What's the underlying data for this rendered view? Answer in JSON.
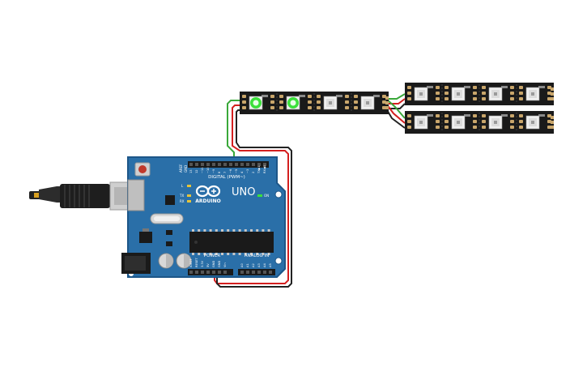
{
  "board": {
    "brand": "ARDUINO",
    "model": "UNO",
    "on_label": "ON",
    "tx_label": "TX",
    "rx_label": "RX",
    "l_label": "L",
    "digital_label": "DIGITAL (PWM~)",
    "power_label": "POWER",
    "analog_label": "ANALOG IN",
    "aref_label": "AREF",
    "gnd_label": "GND",
    "digital_pins": [
      "13",
      "12",
      "~11",
      "~10",
      "~9",
      "8",
      "7",
      "~6",
      "~5",
      "4",
      "~3",
      "2",
      "TX▶1",
      "RX◀0"
    ],
    "power_pins": [
      "IOREF",
      "RESET",
      "3.3V",
      "5V",
      "GND",
      "GND",
      "Vin"
    ],
    "analog_pins": [
      "A0",
      "A1",
      "A2",
      "A3",
      "A4",
      "A5"
    ]
  },
  "strip_main": {
    "led_count": 4,
    "lit": [
      true,
      true,
      false,
      false
    ]
  },
  "strip_top": {
    "led_count": 4,
    "lit": [
      false,
      false,
      false,
      false
    ]
  },
  "strip_bottom": {
    "led_count": 4,
    "lit": [
      false,
      false,
      false,
      false
    ]
  },
  "colors": {
    "board": "#2a6fa8",
    "board_edge": "#1d5688",
    "strip": "#1a1a1a",
    "led_on": "#3be03b",
    "wire_red": "#d42020",
    "wire_black": "#222222",
    "wire_green": "#3aa83a"
  }
}
